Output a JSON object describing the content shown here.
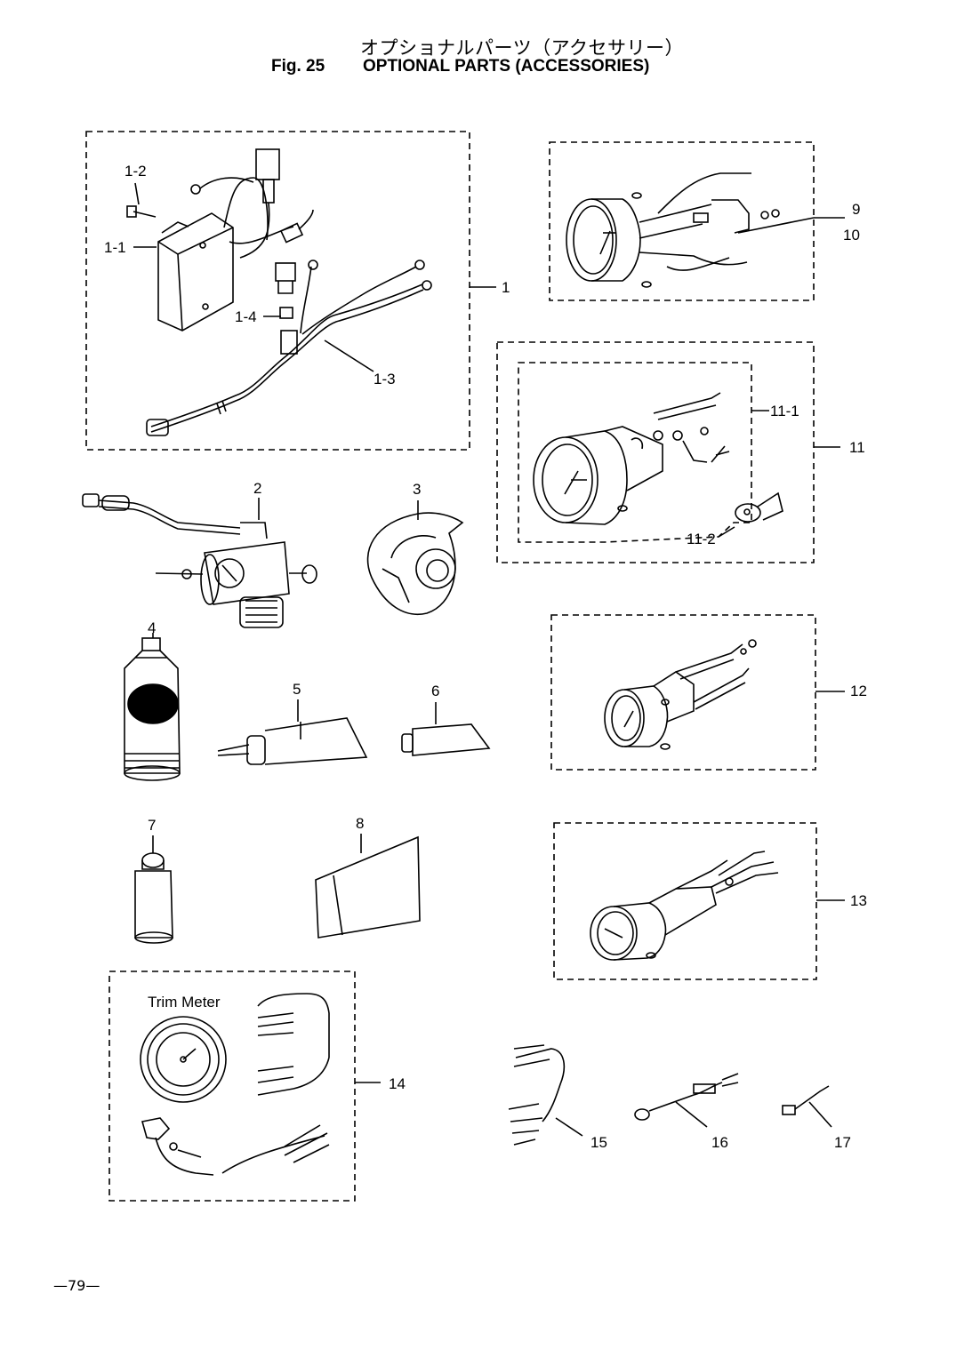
{
  "header": {
    "title_jp": "オプショナルパーツ（アクセサリー）",
    "figure_number": "Fig. 25",
    "title_en": "OPTIONAL PARTS (ACCESSORIES)"
  },
  "callouts": {
    "c1": "1",
    "c1_1": "1-1",
    "c1_2": "1-2",
    "c1_3": "1-3",
    "c1_4": "1-4",
    "c2": "2",
    "c3": "3",
    "c4": "4",
    "c5": "5",
    "c6": "6",
    "c7": "7",
    "c8": "8",
    "c9": "9",
    "c10": "10",
    "c11": "11",
    "c11_1": "11-1",
    "c11_2": "11-2",
    "c12": "12",
    "c13": "13",
    "c14": "14",
    "c15": "15",
    "c16": "16",
    "c17": "17"
  },
  "labels": {
    "trim_meter": "Trim Meter"
  },
  "footer": {
    "page_number": "—79—"
  }
}
